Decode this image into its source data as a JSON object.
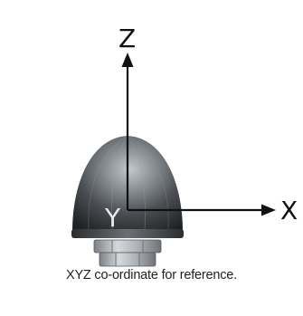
{
  "diagram": {
    "axis_labels": {
      "z": "Z",
      "x": "X",
      "y": "Y"
    },
    "caption": "XYZ co-ordinate for reference."
  },
  "colors": {
    "dome_dark": "#2b2d2f",
    "dome_light": "#b7bcc0",
    "base_metal": "#9a9ea2",
    "axis": "#111111"
  }
}
